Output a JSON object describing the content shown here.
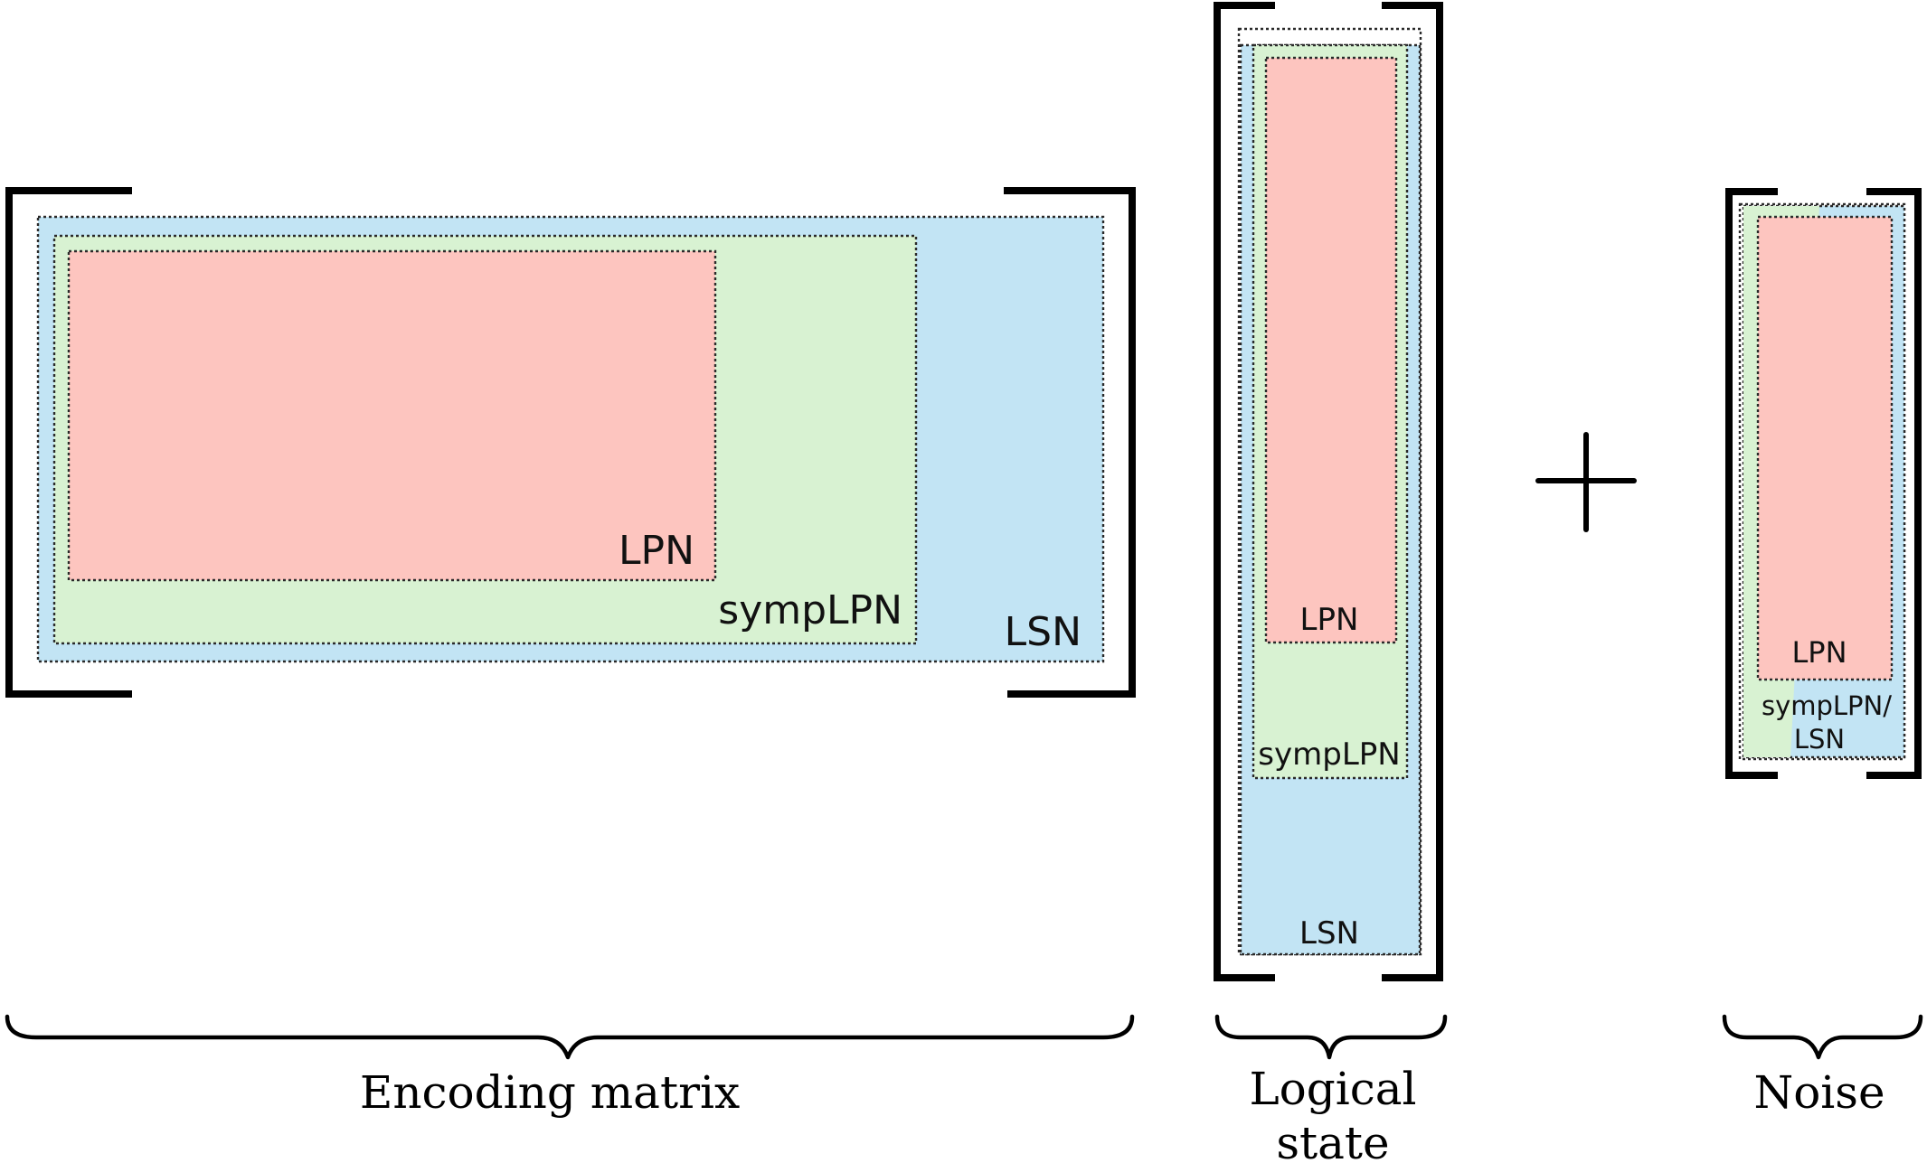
{
  "colors": {
    "lsn": "#c2e4f4",
    "symplpn": "#d8f2d2",
    "lpn": "#fdc5bf"
  },
  "encoding_matrix": {
    "lpn_label": "LPN",
    "symplpn_label": "sympLPN",
    "lsn_label": "LSN",
    "caption": "Encoding matrix"
  },
  "logical_state": {
    "lpn_label": "LPN",
    "symplpn_label": "sympLPN",
    "lsn_label": "LSN",
    "caption_line1": "Logical",
    "caption_line2": "state"
  },
  "operator": "+",
  "noise": {
    "lpn_label": "LPN",
    "shared_label_line1": "sympLPN/",
    "shared_label_line2": "LSN",
    "caption": "Noise"
  }
}
